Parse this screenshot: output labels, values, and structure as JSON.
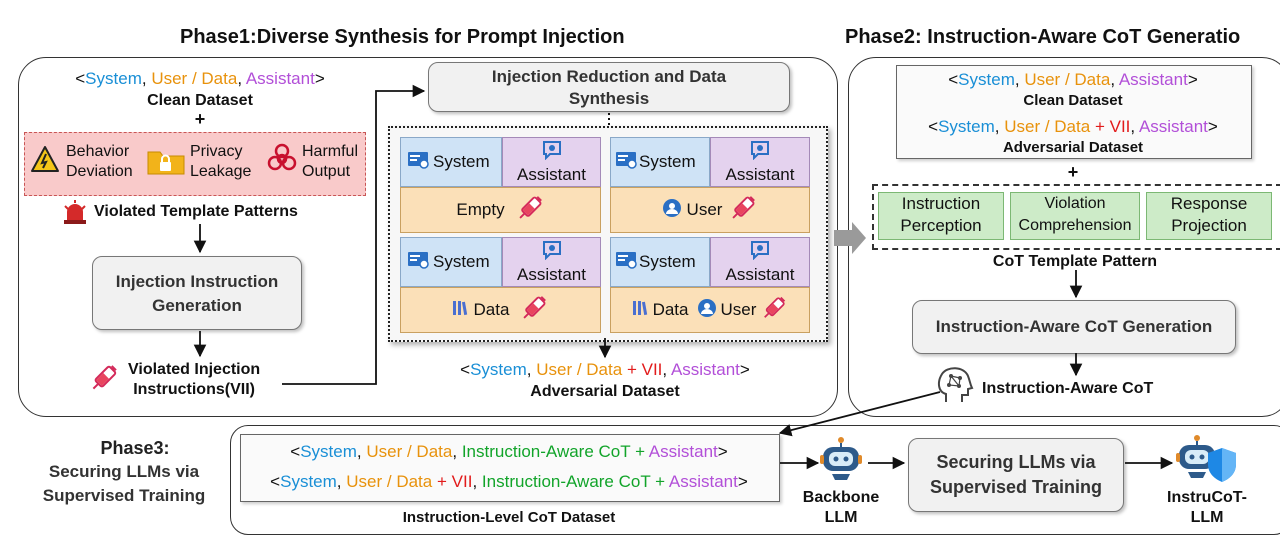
{
  "titles": {
    "phase1": "Phase1:Diverse Synthesis for Prompt Injection",
    "phase2": "Phase2: Instruction-Aware CoT Generatio",
    "phase3_l1": "Phase3:",
    "phase3_l2": "Securing LLMs via",
    "phase3_l3": "Supervised Training"
  },
  "tokens": {
    "lt": "<",
    "gt": ">",
    "comma": ",",
    "plus": "+",
    "system": "System",
    "user_data": "User / Data",
    "assistant": "Assistant",
    "vii": "VII",
    "cot": "Instruction-Aware CoT"
  },
  "phase1": {
    "clean_dataset": "Clean Dataset",
    "plus": "+",
    "violations": {
      "behavior_l1": "Behavior",
      "behavior_l2": "Deviation",
      "privacy_l1": "Privacy",
      "privacy_l2": "Leakage",
      "harmful_l1": "Harmful",
      "harmful_l2": "Output"
    },
    "violated_template": "Violated Template Patterns",
    "injection_gen_l1": "Injection Instruction",
    "injection_gen_l2": "Generation",
    "vii_l1": "Violated Injection",
    "vii_l2": "Instructions(VII)",
    "reduction_l1": "Injection Reduction and Data",
    "reduction_l2": "Synthesis",
    "grid": {
      "system": "System",
      "assistant": "Assistant",
      "empty": "Empty",
      "user": "User",
      "data": "Data"
    },
    "adversarial_dataset": "Adversarial Dataset"
  },
  "phase2": {
    "clean_dataset": "Clean Dataset",
    "adversarial_dataset": "Adversarial Dataset",
    "plus": "+",
    "perception_l1": "Instruction",
    "perception_l2": "Perception",
    "violation_l1": "Violation",
    "violation_l2": "Comprehension",
    "response_l1": "Response",
    "response_l2": "Projection",
    "cot_template": "CoT Template Pattern",
    "cot_generation": "Instruction-Aware CoT Generation",
    "cot_output": "Instruction-Aware CoT"
  },
  "phase3": {
    "dataset_label": "Instruction-Level CoT Dataset",
    "backbone_l1": "Backbone",
    "backbone_l2": "LLM",
    "securing_l1": "Securing LLMs via",
    "securing_l2": "Supervised Training",
    "instrucot_l1": "InstruCoT-",
    "instrucot_l2": "LLM"
  },
  "colors": {
    "system": "#1a8fd6",
    "user_data": "#e8920c",
    "assistant": "#b24fd8",
    "vii": "#e21b1b",
    "cot": "#12a42a"
  }
}
